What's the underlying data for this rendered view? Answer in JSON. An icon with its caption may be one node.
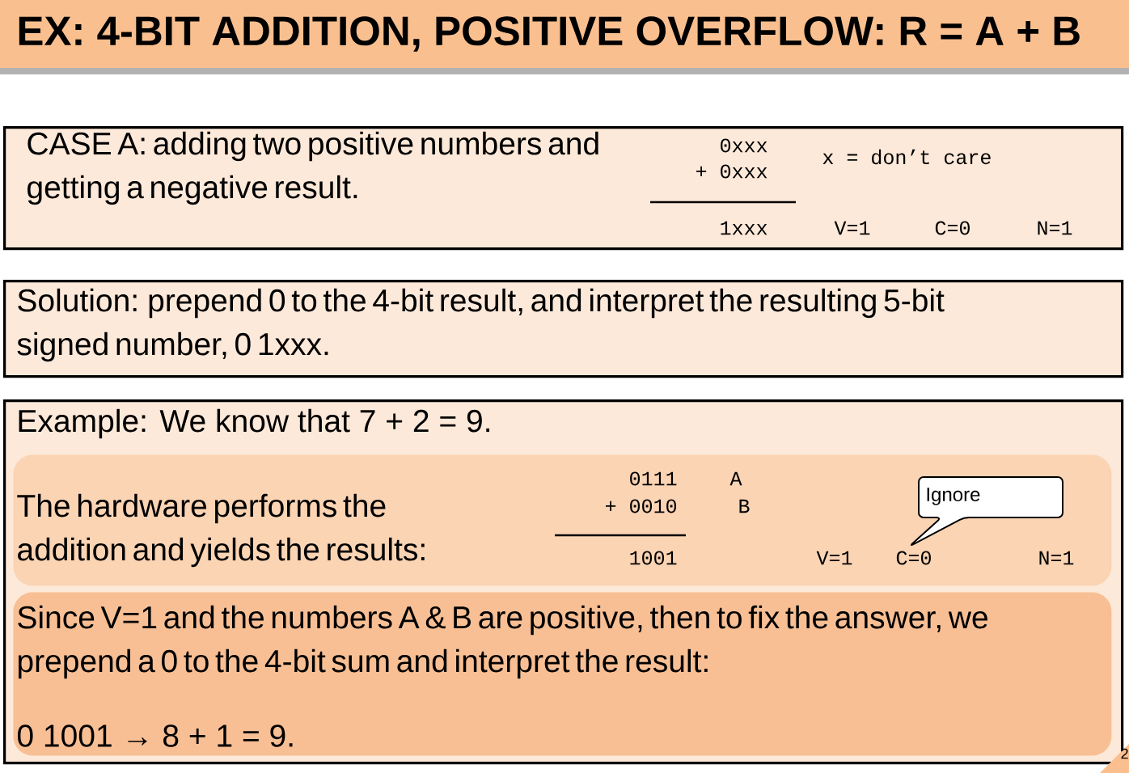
{
  "diagram": {
    "title": "EX: 4-BIT ADDITION, POSITIVE OVERFLOW: R = A + B",
    "nodes": [
      {
        "text": [
          "CASE A: adding two positive numbers and getting a negative result.",
          "0xxx",
          "+ 0xxx",
          "1xxx",
          "x = don’t care",
          "V=1",
          "C=0",
          "N=1"
        ]
      },
      {
        "text": [
          "Solution: prepend 0 to the 4-bit result, and interpret the resulting 5-bit signed number, 0 1xxx."
        ]
      },
      {
        "text": [
          "Example: We know that 7 + 2 = 9."
        ]
      },
      {
        "text": [
          "The hardware performs the addition and yields the results:",
          "0111",
          "A",
          "+ 0010",
          "B",
          "1001",
          "V=1",
          "C=0",
          "N=1"
        ],
        "in": 2
      },
      {
        "text": [
          "Since V=1 and the numbers A & B are positive, then to fix the answer, we prepend a 0 to the 4-bit sum and interpret the result:",
          "0 1001 → 8 + 1 = 9."
        ],
        "in": 2
      },
      {
        "text": [
          "Ignore"
        ],
        "in": 3
      }
    ],
    "labels": [
      "2"
    ]
  }
}
